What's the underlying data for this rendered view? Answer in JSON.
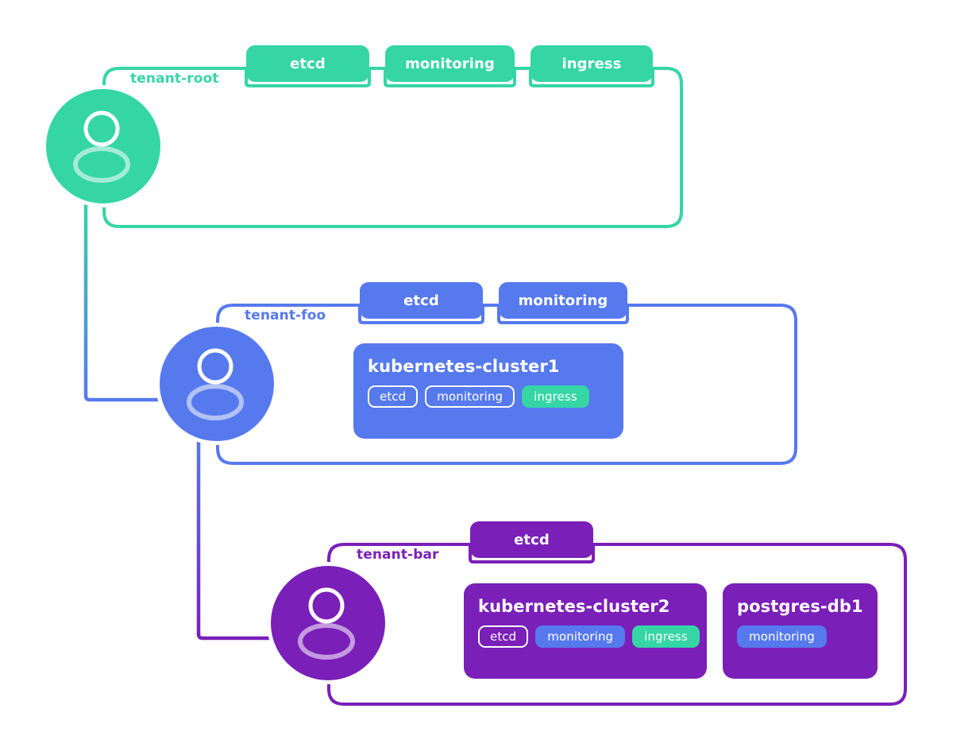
{
  "colors": {
    "green": "#35d6a4",
    "blue": "#5679ee",
    "purple": "#7a1fb8",
    "white": "#ffffff",
    "background": "#ffffff"
  },
  "tenants": [
    {
      "id": "tenant-root",
      "label": "tenant-root",
      "color": "#35d6a4",
      "avatar_icon": "user-avatar-icon",
      "capability_tags": [
        "etcd",
        "monitoring",
        "ingress"
      ],
      "resources": []
    },
    {
      "id": "tenant-foo",
      "label": "tenant-foo",
      "color": "#5679ee",
      "avatar_icon": "user-avatar-icon",
      "capability_tags": [
        "etcd",
        "monitoring"
      ],
      "resources": [
        {
          "name": "kubernetes-cluster1",
          "chips": [
            {
              "label": "etcd",
              "style": "outline",
              "fill": ""
            },
            {
              "label": "monitoring",
              "style": "outline",
              "fill": ""
            },
            {
              "label": "ingress",
              "style": "filled",
              "fill": "#35d6a4"
            }
          ]
        }
      ]
    },
    {
      "id": "tenant-bar",
      "label": "tenant-bar",
      "color": "#7a1fb8",
      "avatar_icon": "user-avatar-icon",
      "capability_tags": [
        "etcd"
      ],
      "resources": [
        {
          "name": "kubernetes-cluster2",
          "chips": [
            {
              "label": "etcd",
              "style": "outline",
              "fill": ""
            },
            {
              "label": "monitoring",
              "style": "filled",
              "fill": "#5679ee"
            },
            {
              "label": "ingress",
              "style": "filled",
              "fill": "#35d6a4"
            }
          ]
        },
        {
          "name": "postgres-db1",
          "chips": [
            {
              "label": "monitoring",
              "style": "filled",
              "fill": "#5679ee"
            }
          ]
        }
      ]
    }
  ],
  "connections": [
    {
      "from": "tenant-root",
      "to": "tenant-foo",
      "from_color": "#35d6a4",
      "to_color": "#5679ee"
    },
    {
      "from": "tenant-foo",
      "to": "tenant-bar",
      "from_color": "#5679ee",
      "to_color": "#7a1fb8"
    }
  ]
}
